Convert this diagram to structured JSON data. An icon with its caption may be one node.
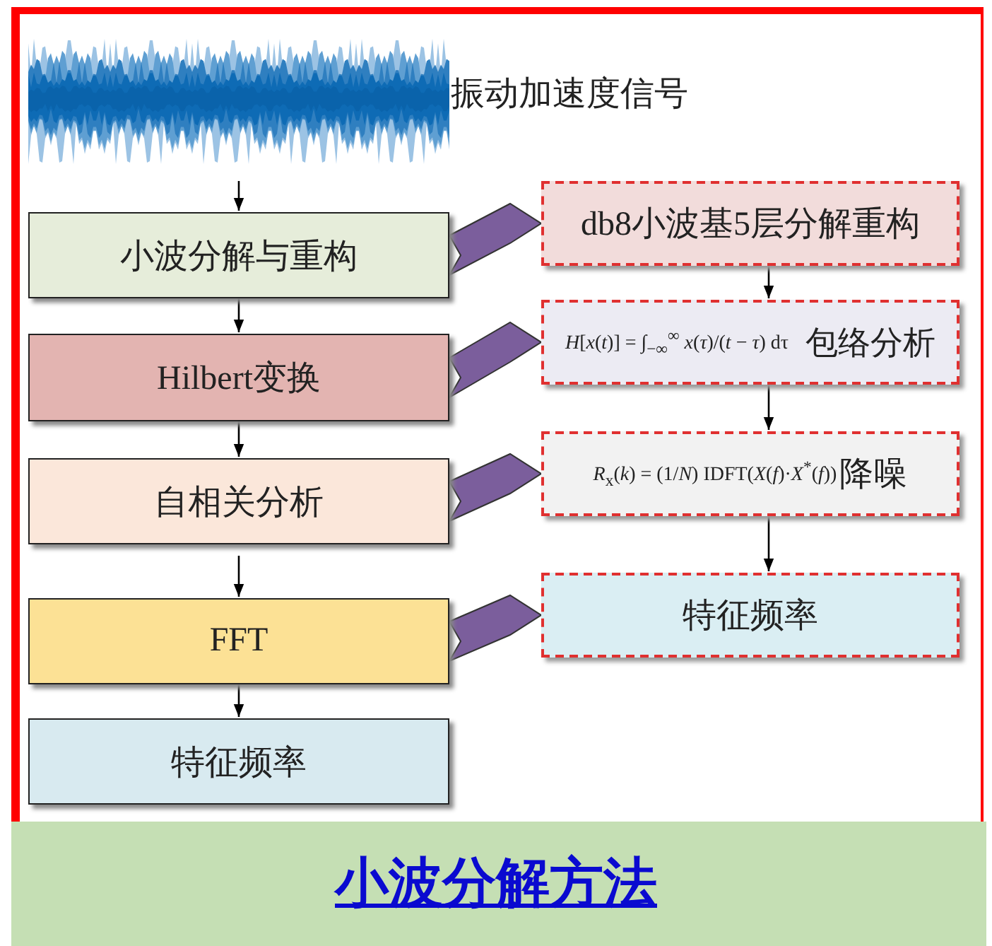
{
  "diagram": {
    "title": "小波分解方法",
    "nodes": [
      {
        "text": [],
        "shape": "picture",
        "beside": [
          "振动加速度信号"
        ]
      },
      {
        "text": [
          "小波分解与重构"
        ]
      },
      {
        "text": [
          "Hilbert变换"
        ]
      },
      {
        "text": [
          "自相关分析"
        ]
      },
      {
        "text": [
          "FFT"
        ]
      },
      {
        "text": [
          "特征频率"
        ]
      },
      {
        "text": [
          "db8小波基5层分解重构"
        ]
      },
      {
        "text": [
          "*H*[*x*(*t*)] = ∫$_{−∞}$$^{∞}$ *x*(*τ*)/(*t* − *τ*) dτ",
          "包络分析"
        ]
      },
      {
        "text": [
          "*R*$_{x}$(*k*) = (1/*N*) IDFT(*X*(*f*)·*X*$^{*}$(*f*))",
          "降噪"
        ]
      },
      {
        "text": [
          "特征频率"
        ]
      }
    ],
    "edges": [
      {
        "from": 0,
        "to": 1,
        "arrow": "to"
      },
      {
        "from": 1,
        "to": 2,
        "arrow": "to"
      },
      {
        "from": 2,
        "to": 3,
        "arrow": "to"
      },
      {
        "from": 3,
        "to": 4,
        "arrow": "to"
      },
      {
        "from": 4,
        "to": 5,
        "arrow": "to"
      },
      {
        "from": 6,
        "to": 7,
        "arrow": "to"
      },
      {
        "from": 7,
        "to": 8,
        "arrow": "to"
      },
      {
        "from": 8,
        "to": 9,
        "arrow": "to"
      },
      {
        "from": 1,
        "to": 6,
        "arrow": "to",
        "style": "thick",
        "color": "#7b5e9c"
      },
      {
        "from": 2,
        "to": 7,
        "arrow": "to",
        "style": "thick",
        "color": "#7b5e9c"
      },
      {
        "from": 3,
        "to": 8,
        "arrow": "to",
        "style": "thick",
        "color": "#7b5e9c"
      },
      {
        "from": 4,
        "to": 9,
        "arrow": "to",
        "style": "thick",
        "color": "#7b5e9c"
      }
    ]
  }
}
